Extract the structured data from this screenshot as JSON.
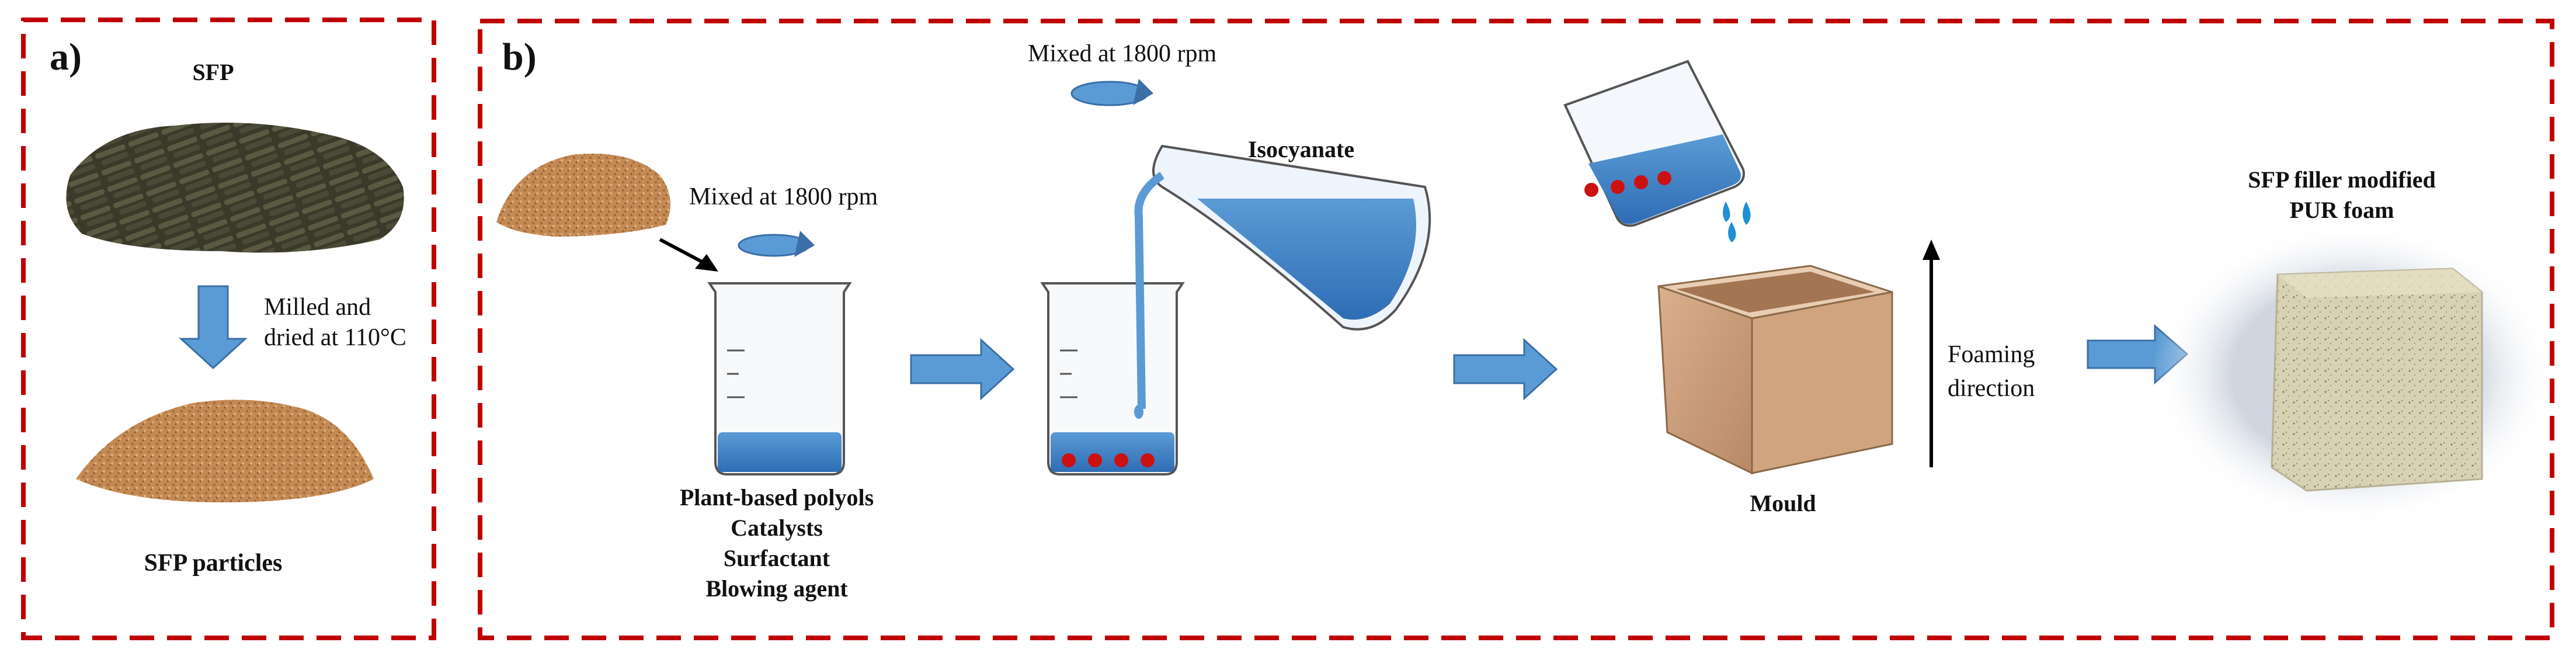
{
  "panel_a": {
    "label": "a)",
    "title": "SFP",
    "step": [
      "Milled and",
      "dried at 110°C"
    ],
    "result": "SFP particles"
  },
  "panel_b": {
    "label": "b)",
    "mix1": "Mixed at 1800 rpm",
    "mix2": "Mixed at 1800 rpm",
    "isocyanate": "Isocyanate",
    "ingredients": [
      "Plant-based polyols",
      "Catalysts",
      "Surfactant",
      "Blowing agent"
    ],
    "mould": "Mould",
    "foaming": [
      "Foaming",
      "direction"
    ],
    "product": [
      "SFP filler modified",
      "PUR foam"
    ]
  },
  "colors": {
    "dash_border": "#c00000",
    "arrow_fill": "#5b9bd5",
    "liquid": "#3f7fc6",
    "dots": "#cc1111",
    "wood": "#c89b76"
  }
}
